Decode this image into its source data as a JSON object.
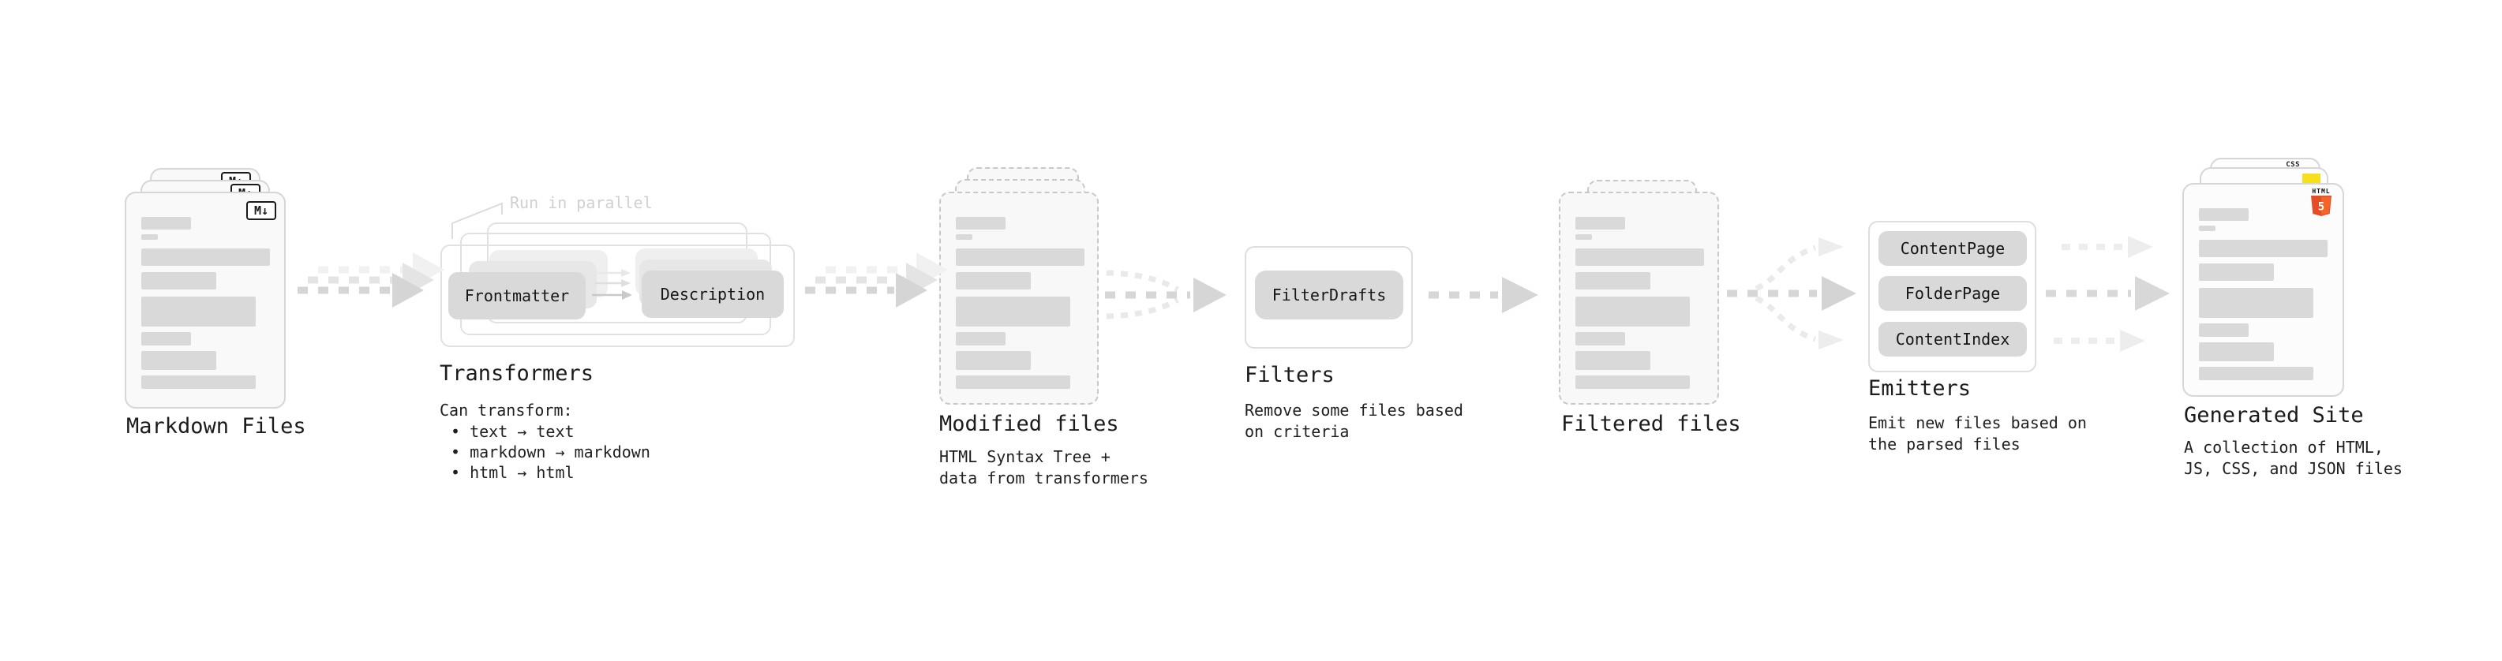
{
  "stages": {
    "markdown": {
      "label": "Markdown Files",
      "badge": "M↓"
    },
    "transformers": {
      "note": "Run in parallel",
      "box_left": "Frontmatter",
      "box_right": "Description",
      "label": "Transformers",
      "desc_title": "Can transform:",
      "bullets": [
        "text → text",
        "markdown → markdown",
        "html → html"
      ]
    },
    "modified": {
      "label": "Modified files",
      "desc_line1": "HTML Syntax Tree +",
      "desc_line2": "data from transformers"
    },
    "filters": {
      "label": "Filters",
      "box": "FilterDrafts",
      "desc_line1": "Remove some files based",
      "desc_line2": "on criteria"
    },
    "filtered": {
      "label": "Filtered files"
    },
    "emitters": {
      "label": "Emitters",
      "boxes": [
        "ContentPage",
        "FolderPage",
        "ContentIndex"
      ],
      "desc_line1": "Emit new files based on",
      "desc_line2": "the parsed files"
    },
    "generated": {
      "label": "Generated Site",
      "badge_css": "CSS",
      "badge_html_label": "HTML",
      "badge_html_number": "5",
      "desc_line1": "A collection of HTML,",
      "desc_line2": "JS, CSS, and JSON files"
    }
  },
  "colors": {
    "html5_shield": "#e44d26",
    "html5_shield_light": "#f16529",
    "js_yellow": "#f7df1e",
    "css_blue": "#2962ff",
    "skeleton_bar": "#d9d9d9",
    "box_fill": "#d9d9d9",
    "arrow_gray": "#d5d5d5",
    "note_gray": "#d0d0d0",
    "text_dark": "#1b1b1b"
  }
}
